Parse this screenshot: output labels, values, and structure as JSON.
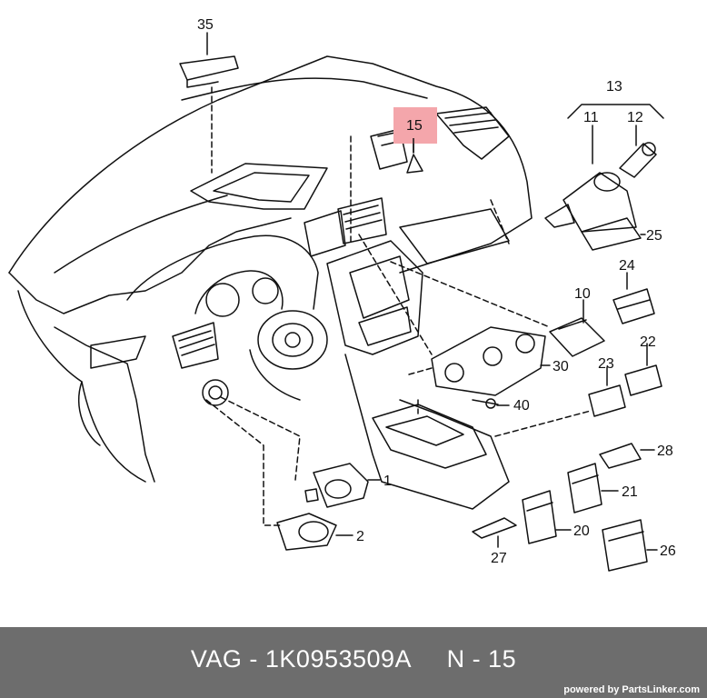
{
  "diagram": {
    "callouts": {
      "c1": "1",
      "c2": "2",
      "c10": "10",
      "c11": "11",
      "c12": "12",
      "c13": "13",
      "c15": "15",
      "c20": "20",
      "c21": "21",
      "c22": "22",
      "c23": "23",
      "c24": "24",
      "c25": "25",
      "c26": "26",
      "c27": "27",
      "c28": "28",
      "c30": "30",
      "c35": "35",
      "c40": "40"
    },
    "highlight_color": "#f4a6ab",
    "line_color": "#111111"
  },
  "footer": {
    "text": "VAG - 1K0953509A     N - 15",
    "credit": "powered by PartsLinker.com",
    "background": "#6d6d6d"
  }
}
